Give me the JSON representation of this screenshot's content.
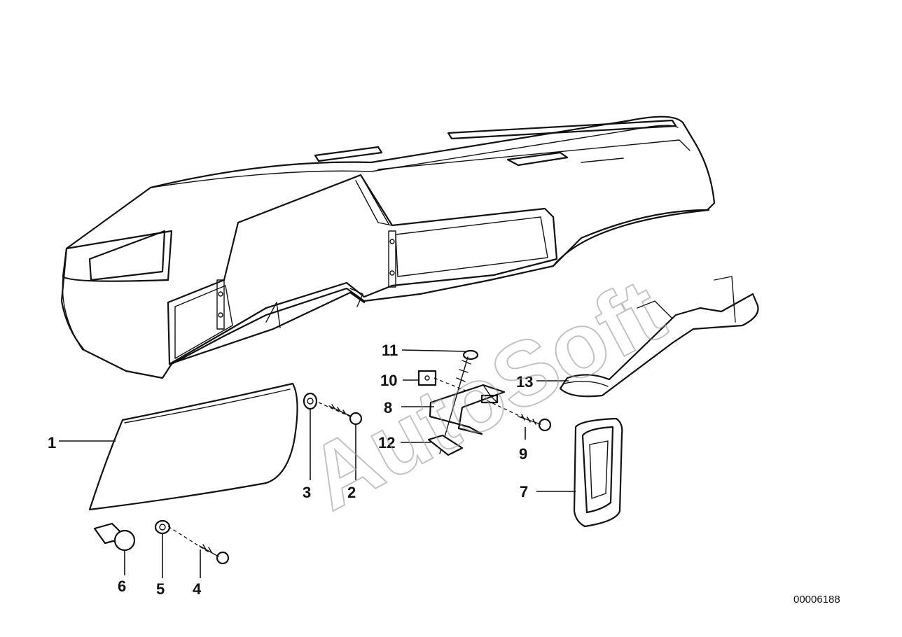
{
  "watermark": "AutoSoft",
  "drawing_number": "00006188",
  "callouts": {
    "c1": "1",
    "c2": "2",
    "c3": "3",
    "c4": "4",
    "c5": "5",
    "c6": "6",
    "c7": "7",
    "c8": "8",
    "c9": "9",
    "c10": "10",
    "c11": "11",
    "c12": "12",
    "c13": "13"
  }
}
